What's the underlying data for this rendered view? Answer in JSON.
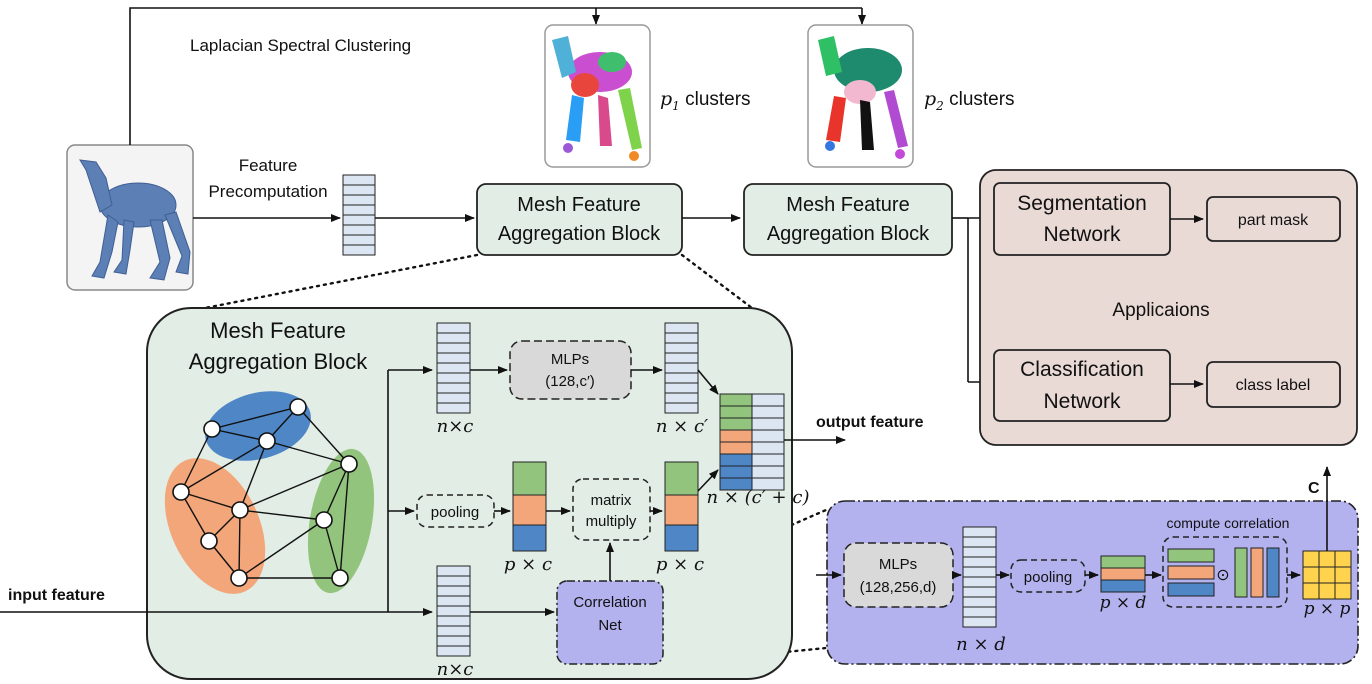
{
  "top": {
    "laplacian": "Laplacian Spectral Clustering",
    "feature_line1": "Feature",
    "feature_line2": "Precomputation",
    "p1_var": "p",
    "p1_sub": "1",
    "p1_label": " clusters",
    "p2_var": "p",
    "p2_sub": "2",
    "p2_label": " clusters",
    "mfab1_line1": "Mesh Feature",
    "mfab1_line2": "Aggregation Block",
    "mfab2_line1": "Mesh Feature",
    "mfab2_line2": "Aggregation Block"
  },
  "apps": {
    "title": "Applicaions",
    "seg_line1": "Segmentation",
    "seg_line2": "Network",
    "part_mask": "part mask",
    "cls_line1": "Classification",
    "cls_line2": "Network",
    "class_label": "class label"
  },
  "block": {
    "title_line1": "Mesh Feature",
    "title_line2": "Aggregation Block",
    "input_feature": "input feature",
    "output_feature": "output feature",
    "mlp_line1": "MLPs",
    "mlp_line2": "(128,c′)",
    "pooling": "pooling",
    "matrix_line1": "matrix",
    "matrix_line2": "multiply",
    "corr_line1": "Correlation",
    "corr_line2": "Net",
    "nxc_top": "n×c",
    "nxc_prime": "n × c′",
    "pxc_1": "p × c",
    "pxc_2": "p × c",
    "nx_concat": "n × (c′ + c)",
    "nxc_bottom": "n×c"
  },
  "corrnet": {
    "mlp_line1": "MLPs",
    "mlp_line2": "(128,256,d)",
    "pooling": "pooling",
    "nxd": "n × d",
    "pxd": "p × d",
    "compute_correlation": "compute correlation",
    "odot": "⊙",
    "pxp": "p × p",
    "c_label": "C"
  },
  "colors": {
    "block_fill": "#e1ede5",
    "app_fill": "#e9dad6",
    "corrnet_fill": "#b3b2ee",
    "column_fill": "#dce6f2",
    "cluster_blue": "#4f86c6",
    "cluster_orange": "#f2a679",
    "cluster_green": "#93c47d",
    "pxp_fill": "#ffd34e"
  }
}
